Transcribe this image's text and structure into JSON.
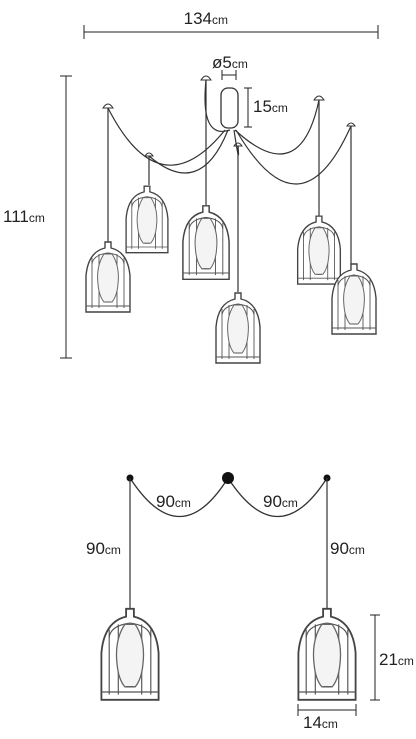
{
  "top_view": {
    "width_value": "134",
    "height_value": "111",
    "canopy_diameter_value": "ø5",
    "canopy_height_value": "15",
    "unit": "cm"
  },
  "detail_view": {
    "left_loop_value": "90",
    "right_loop_value": "90",
    "left_drop_value": "90",
    "right_drop_value": "90",
    "shade_height_value": "21",
    "shade_width_value": "14",
    "unit": "cm"
  }
}
